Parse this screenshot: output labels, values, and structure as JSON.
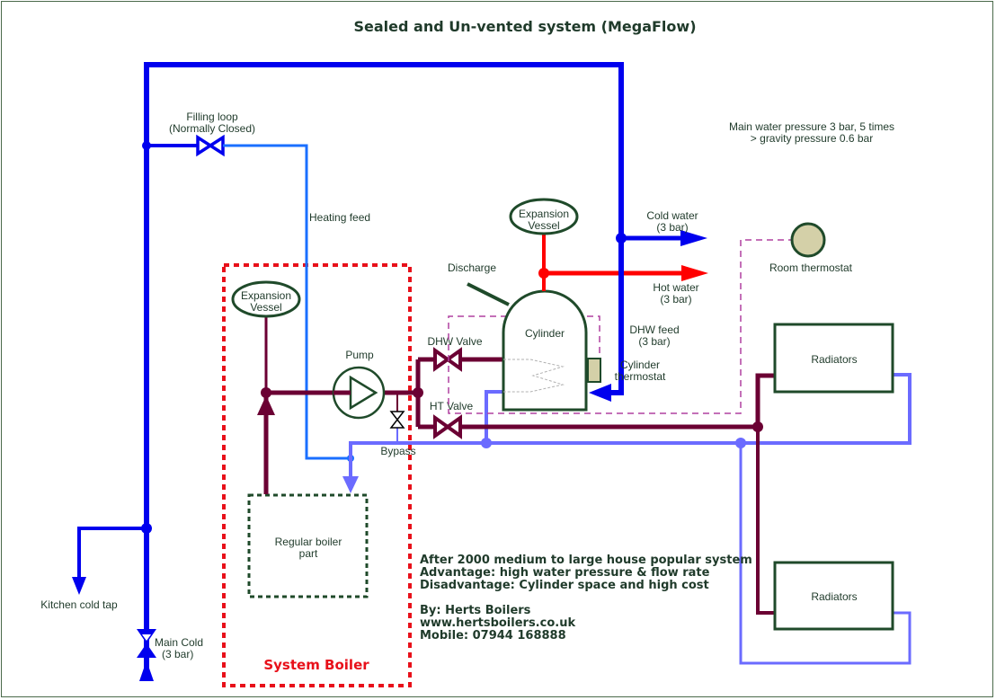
{
  "title": "Sealed and Un-vented system (MegaFlow)",
  "colors": {
    "mains_cold": "#0000ee",
    "heating_feed": "#1a6fff",
    "return": "#6b6bff",
    "flow": "#6b0033",
    "hot_water": "#ff0000",
    "system_boiler_border": "#e8101a",
    "component_outline": "#1f4a2a",
    "thermostat_fill": "#d4d0a8",
    "control_wire": "#b040a0"
  },
  "labels": {
    "filling_loop_1": "Filling loop",
    "filling_loop_2": "(Normally Closed)",
    "heating_feed": "Heating feed",
    "expansion_vessel_boiler_1": "Expansion",
    "expansion_vessel_boiler_2": "Vessel",
    "expansion_vessel_cyl_1": "Expansion",
    "expansion_vessel_cyl_2": "Vessel",
    "pump": "Pump",
    "bypass": "Bypass",
    "dhw_valve": "DHW Valve",
    "ht_valve": "HT Valve",
    "discharge": "Discharge",
    "cylinder": "Cylinder",
    "cylinder_thermostat_1": "Cylinder",
    "cylinder_thermostat_2": "thermostat",
    "dhw_feed_1": "DHW feed",
    "dhw_feed_2": "(3 bar)",
    "cold_water_1": "Cold water",
    "cold_water_2": "(3 bar)",
    "hot_water_1": "Hot water",
    "hot_water_2": "(3 bar)",
    "room_thermostat": "Room thermostat",
    "pressure_note_1": "Main water pressure 3 bar, 5 times",
    "pressure_note_2": "> gravity pressure 0.6 bar",
    "radiators_1": "Radiators",
    "radiators_2": "Radiators",
    "regular_boiler_1": "Regular boiler",
    "regular_boiler_2": "part",
    "system_boiler": "System Boiler",
    "kitchen_cold_tap": "Kitchen cold tap",
    "main_cold_1": "Main Cold",
    "main_cold_2": "(3 bar)"
  },
  "notes": [
    "After 2000 medium to large house popular system",
    "Advantage: high water pressure & flow rate",
    "Disadvantage: Cylinder space and high cost",
    "",
    "By: Herts Boilers",
    "www.hertsboilers.co.uk",
    "Mobile: 07944 168888"
  ]
}
